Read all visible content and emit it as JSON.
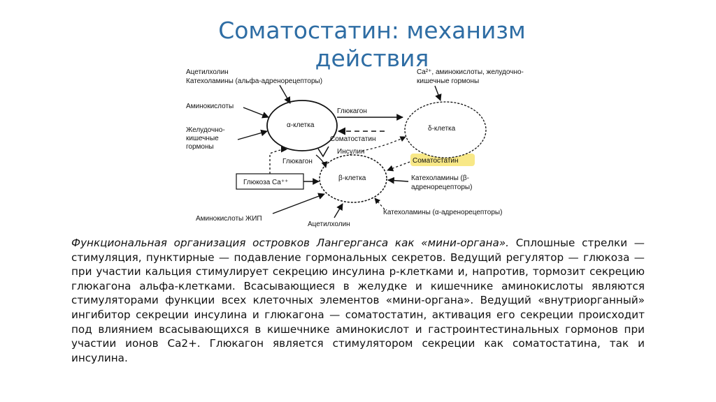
{
  "title": "Соматостатин: механизм действия",
  "diagram": {
    "alpha_cell": "α-клетка",
    "beta_cell": "β-клетка",
    "delta_cell": "δ-клетка",
    "alpha_inputs": {
      "acetylcholine": "Ацетилхолин",
      "catecholamines": "Катехоламины (альфа-адренорецепторы)",
      "amino_acids": "Аминокислоты",
      "gi_hormones_1": "Желудочно-",
      "gi_hormones_2": "кишечные",
      "gi_hormones_3": "гормоны"
    },
    "delta_inputs": {
      "line1": "Ca²⁺, аминокислоты, желудочно-",
      "line2": "кишечные гормоны"
    },
    "mid_labels": {
      "glucagon_top": "Глюкагон",
      "somatostatin_mid": "Соматостатин",
      "insulin": "Инсулин",
      "glucagon_left": "Глюкагон",
      "somatostatin_right": "Соматостатин"
    },
    "glucose_box": "Глюкоза Ca⁺⁺",
    "beta_inputs": {
      "catechol_beta_1": "Катехоламины (β-",
      "catechol_beta_2": "адренорецепторы)",
      "catechol_alpha": "Катехоламины (α-адренорецепторы)",
      "amino_gip": "Аминокислоты ЖИП",
      "acetylcholine": "Ацетилхолин"
    },
    "highlight_color": "#f7e67a"
  },
  "caption": {
    "lead": "Функциональная организация островков Лангерганса как «мини-органа».",
    "body": " Сплошные стрелки — стимуляция, пунктирные — подавление гормональных секретов. Ведущий регулятор — глюкоза — при участии кальция стимулирует секрецию инсулина р-клетками и, напротив, тормозит секрецию глюкагона альфа-клетками. Всасывающиеся в желудке и кишечнике аминокислоты являются стимуляторами функции всех клеточных элементов «мини-органа». Ведущий «внутриорганный» ингибитор секреции инсулина и глюкагона — соматостатин, активация его секреции происходит под влиянием всасывающихся в кишечнике аминокислот и гастроинтестинальных гормонов при участии ионов Са2+. Глюкагон является стимулятором секреции как соматостатина, так и инсулина."
  }
}
